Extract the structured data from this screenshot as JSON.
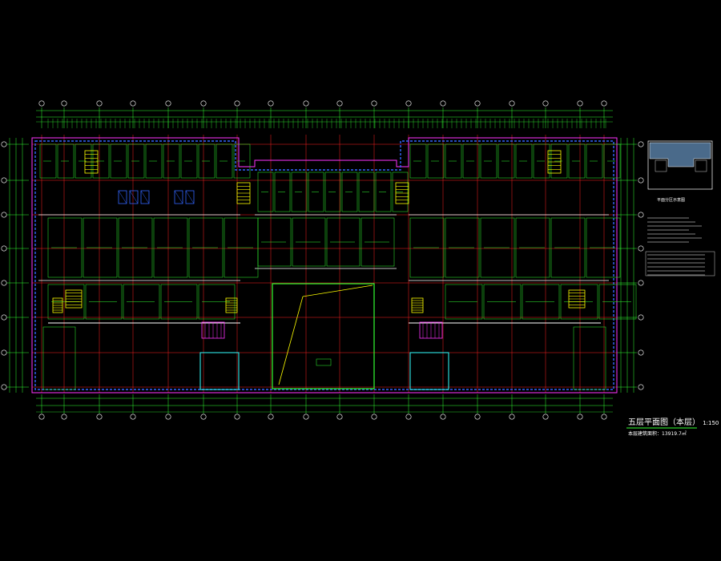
{
  "drawing": {
    "title": "五层平面图（本层）",
    "scale": "1:150",
    "subtitle": "本层建筑面积：",
    "area_value": "13919.7㎡",
    "key_plan_caption": "平面分区示意图",
    "background": "#000000"
  },
  "colors": {
    "axis": "#33ff33",
    "wall": "#ffffff",
    "room": "#33ff33",
    "grid_red": "#ff2020",
    "dimension": "#33ff33",
    "stair": "#ffff00",
    "accent_magenta": "#ff33ff",
    "accent_cyan": "#33ffff",
    "window_blue": "#3366ff"
  }
}
